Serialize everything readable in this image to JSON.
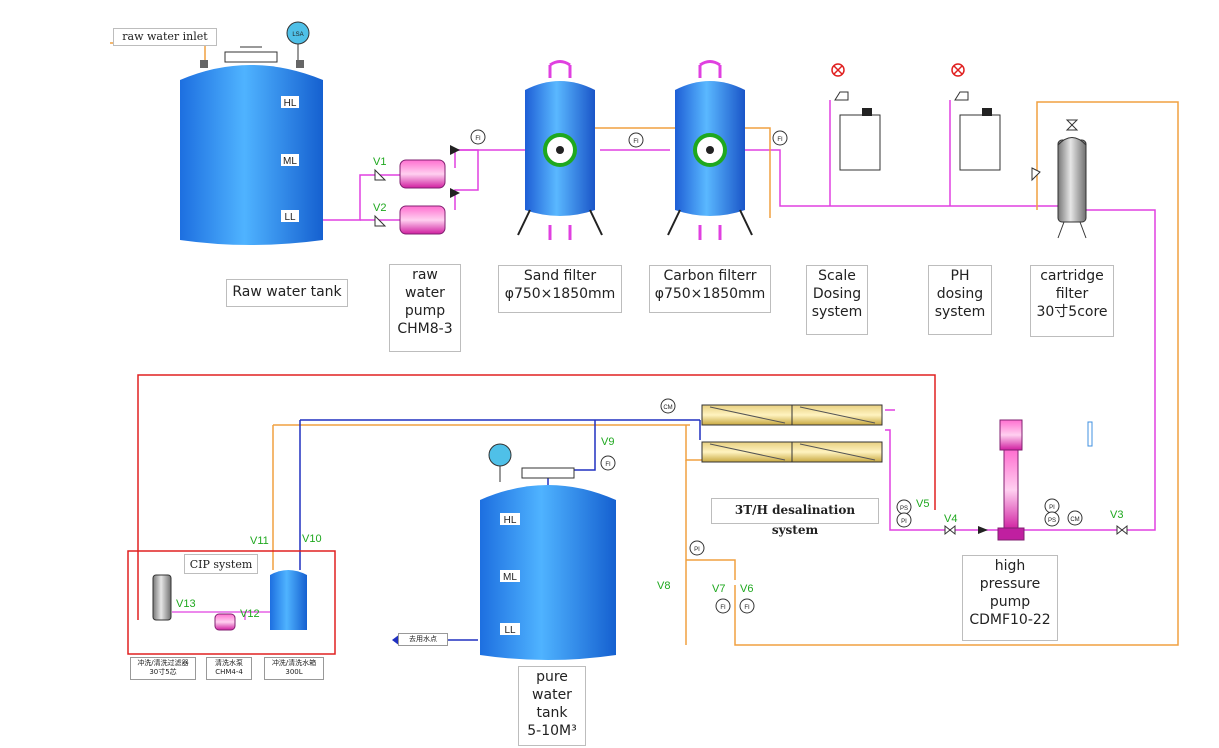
{
  "labels": {
    "raw_water_inlet": "raw water inlet",
    "raw_water_tank": "Raw water tank",
    "raw_water_pump": "raw\nwater\npump\nCHM8-3",
    "sand_filter": "Sand filter\nφ750×1850mm",
    "carbon_filter": "Carbon filterr\nφ750×1850mm",
    "scale_dosing": "Scale\nDosing\nsystem",
    "ph_dosing": "PH\ndosing\nsystem",
    "cartridge_filter": "cartridge\nfilter\n30寸5core",
    "desalination": "3T/H desalination system",
    "high_pressure_pump": "high\npressure\npump\nCDMF10-22",
    "pure_water_tank": "pure\nwater\ntank\n5-10M³",
    "cip_system": "CIP system",
    "point_of_use": "去用水点",
    "cip_filter": "冲洗/清洗过滤器\n30寸5芯",
    "cip_pump": "清洗水泵\nCHM4-4",
    "cip_tank": "冲洗/清洗水箱\n300L"
  },
  "tags": {
    "lsa": "LSA",
    "hl": "HL",
    "ml": "ML",
    "ll": "LL",
    "fi": "FI",
    "pi": "PI",
    "ps": "PS",
    "cm": "CM"
  },
  "valves": {
    "v1": "V1",
    "v2": "V2",
    "v3": "V3",
    "v4": "V4",
    "v5": "V5",
    "v6": "V6",
    "v7": "V7",
    "v8": "V8",
    "v9": "V9",
    "v10": "V10",
    "v11": "V11",
    "v12": "V12",
    "v13": "V13"
  },
  "colors": {
    "magenta_line": "#e040e0",
    "orange_line": "#f0a040",
    "blue_line": "#2030c0",
    "red_line": "#e02020",
    "tank_blue": "#2a8ef0",
    "valve_green": "#1fa81f"
  }
}
